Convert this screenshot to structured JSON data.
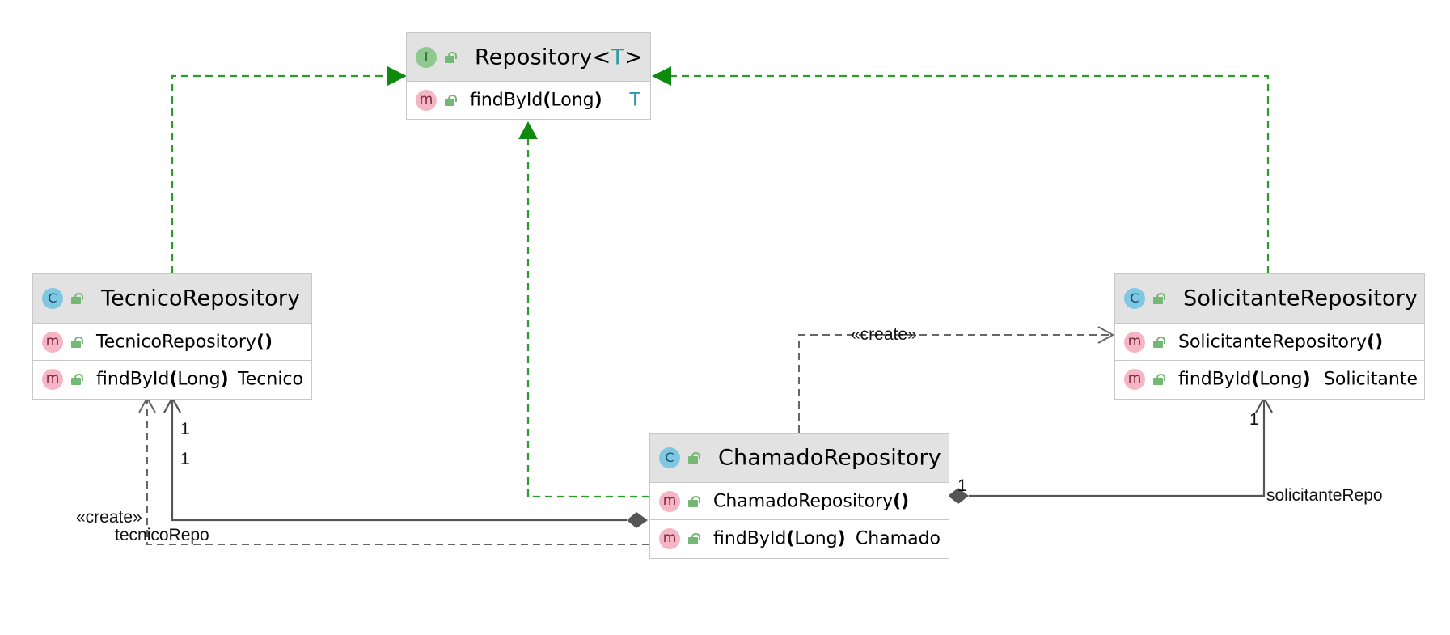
{
  "classes": {
    "repository": {
      "kind_badge": "I",
      "name": "Repository",
      "type_param": "T",
      "methods": [
        {
          "badge": "m",
          "name": "findById",
          "params": "Long",
          "return_type": "T"
        }
      ]
    },
    "tecnico": {
      "kind_badge": "C",
      "name": "TecnicoRepository",
      "methods": [
        {
          "badge": "m",
          "name": "TecnicoRepository",
          "params": "",
          "return_type": ""
        },
        {
          "badge": "m",
          "name": "findById",
          "params": "Long",
          "return_type": "Tecnico"
        }
      ]
    },
    "solicitante": {
      "kind_badge": "C",
      "name": "SolicitanteRepository",
      "methods": [
        {
          "badge": "m",
          "name": "SolicitanteRepository",
          "params": "",
          "return_type": ""
        },
        {
          "badge": "m",
          "name": "findById",
          "params": "Long",
          "return_type": "Solicitante"
        }
      ]
    },
    "chamado": {
      "kind_badge": "C",
      "name": "ChamadoRepository",
      "methods": [
        {
          "badge": "m",
          "name": "ChamadoRepository",
          "params": "",
          "return_type": ""
        },
        {
          "badge": "m",
          "name": "findById",
          "params": "Long",
          "return_type": "Chamado"
        }
      ]
    }
  },
  "relations": {
    "create_label": "«create»",
    "tecnico_multiplicity_top": "1",
    "tecnico_multiplicity_bottom": "1",
    "tecnico_role": "tecnicoRepo",
    "solicitante_multiplicity_source": "1",
    "solicitante_multiplicity_target": "1",
    "solicitante_role": "solicitanteRepo"
  },
  "colors": {
    "realization": "#2e9a2e",
    "arrowhead_realization": "#0e8a0e",
    "dependency": "#666666",
    "composition": "#555555",
    "header_bg": "#e2e2e2"
  }
}
